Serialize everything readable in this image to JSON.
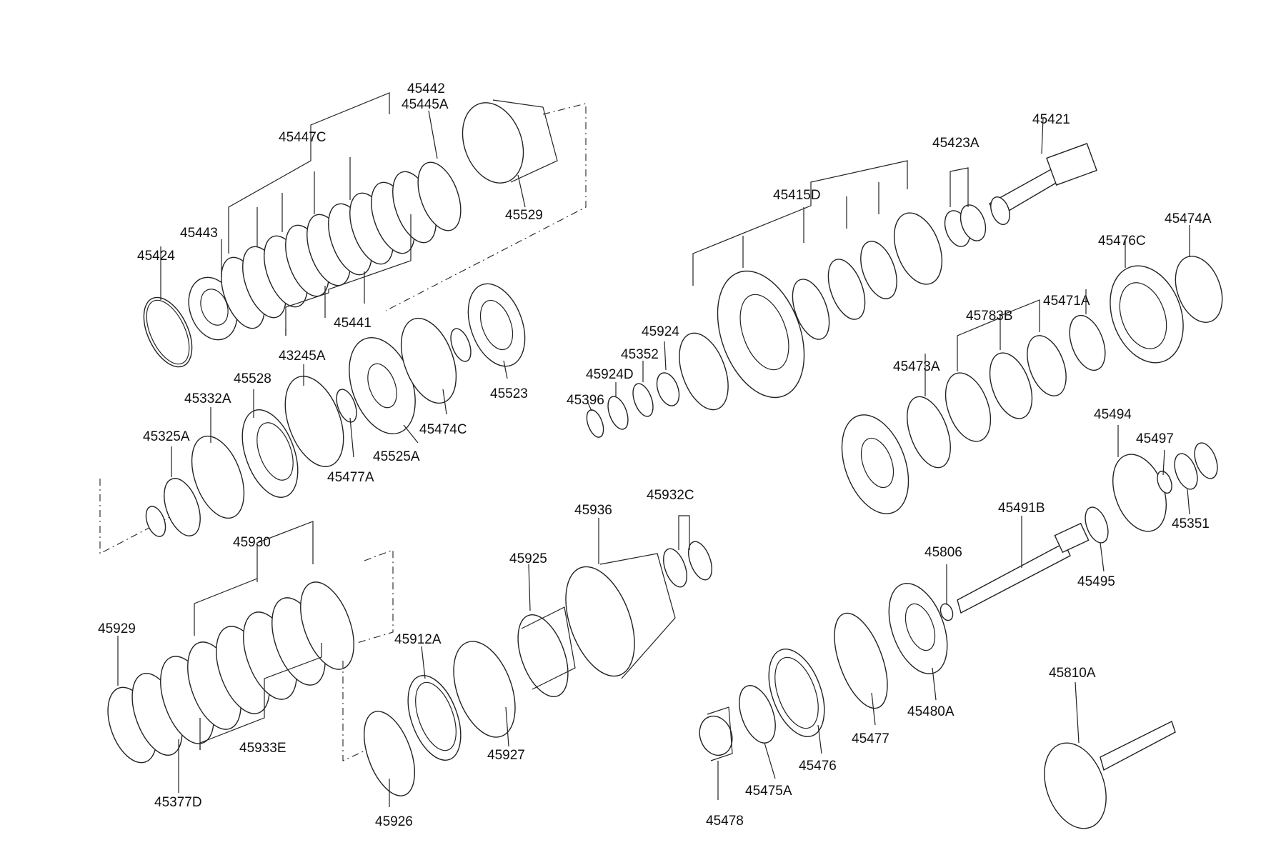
{
  "labels": {
    "p45442": "45442",
    "p45445A": "45445A",
    "p45447C": "45447C",
    "p45529": "45529",
    "p45443": "45443",
    "p45424": "45424",
    "p45441": "45441",
    "p43245A": "43245A",
    "p45528": "45528",
    "p45332A": "45332A",
    "p45325A": "45325A",
    "p45477A": "45477A",
    "p45525A": "45525A",
    "p45474C": "45474C",
    "p45523": "45523",
    "p45930": "45930",
    "p45929": "45929",
    "p45933E": "45933E",
    "p45377D": "45377D",
    "p45912A": "45912A",
    "p45926": "45926",
    "p45927": "45927",
    "p45925": "45925",
    "p45936": "45936",
    "p45932C": "45932C",
    "p45421": "45421",
    "p45423A": "45423A",
    "p45415D": "45415D",
    "p45924": "45924",
    "p45352": "45352",
    "p45924D": "45924D",
    "p45396": "45396",
    "p45474A": "45474A",
    "p45476C": "45476C",
    "p45471A": "45471A",
    "p45783B": "45783B",
    "p45473A": "45473A",
    "p45494": "45494",
    "p45497": "45497",
    "p45351": "45351",
    "p45491B": "45491B",
    "p45495": "45495",
    "p45806": "45806",
    "p45480A": "45480A",
    "p45477": "45477",
    "p45476": "45476",
    "p45475A": "45475A",
    "p45478": "45478",
    "p45810A": "45810A"
  }
}
